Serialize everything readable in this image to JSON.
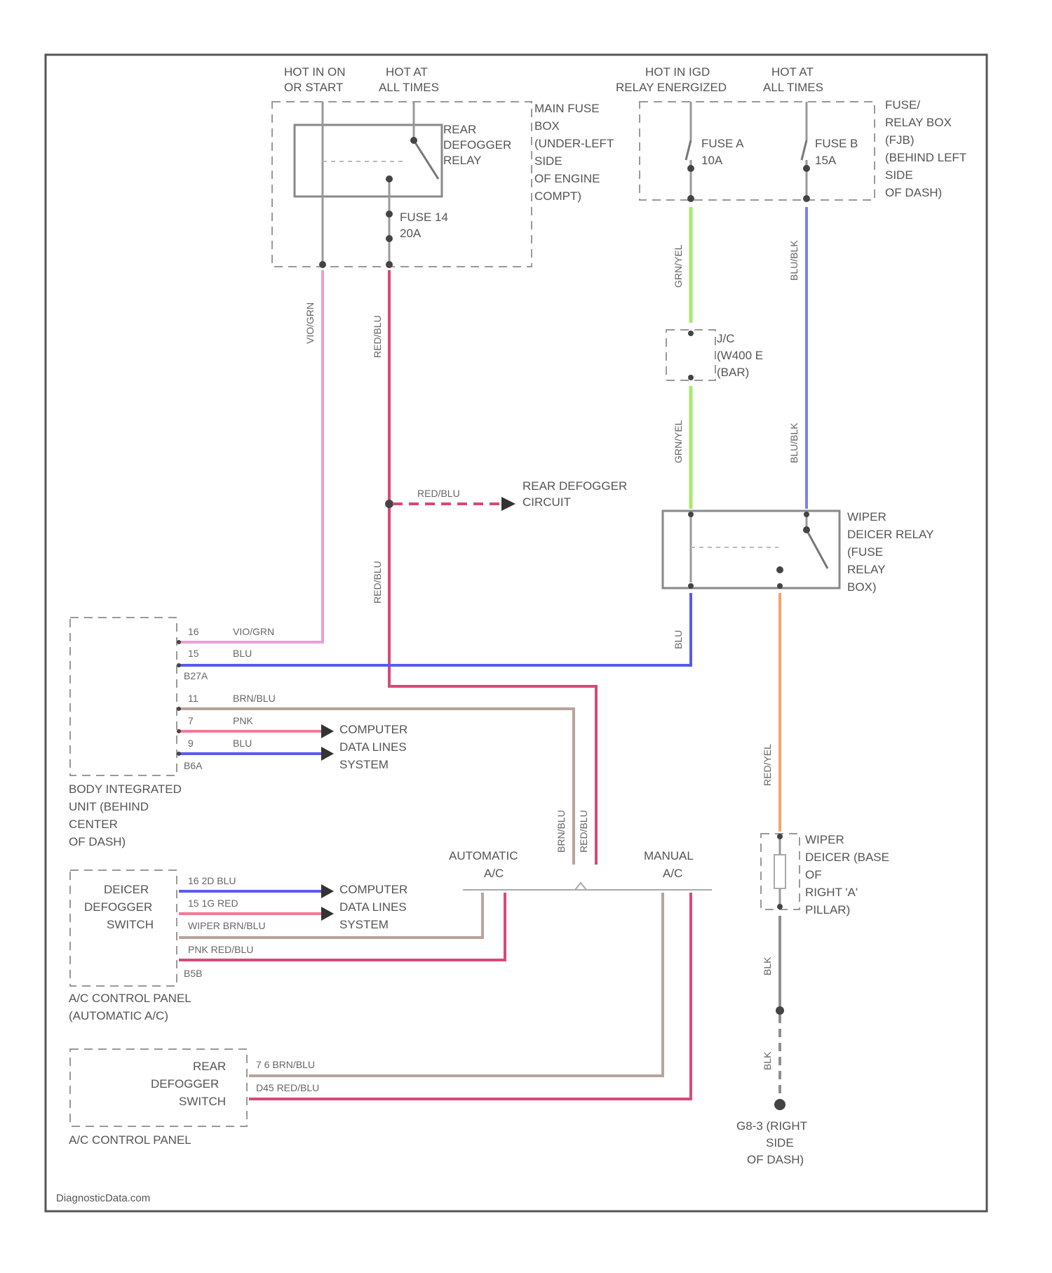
{
  "colors": {
    "pink_vio": "#e7a0d8",
    "red_blu": "#d7497a",
    "grn_yel": "#a8ea6e",
    "blu_blk": "#7f7ff2",
    "blu": "#5a5aee",
    "pnk": "#f27a95",
    "brn_blu": "#b8a49c",
    "org": "#f6a26d",
    "gray": "#8f8f8f"
  },
  "top_labels": {
    "hot_run": [
      "HOT IN ON",
      "OR START"
    ],
    "hot_all_1": [
      "HOT AT",
      "ALL TIMES"
    ],
    "hot_relay": [
      "HOT IN IGD",
      "RELAY ENERGIZED"
    ],
    "hot_all_2": [
      "HOT AT",
      "ALL TIMES"
    ]
  },
  "components": {
    "main_fuse_box": [
      "MAIN FUSE",
      "BOX",
      "(UNDER-LEFT",
      "SIDE",
      "OF ENGINE",
      "COMPT)"
    ],
    "rear_defogger_relay": [
      "REAR",
      "DEFOGGER",
      "RELAY"
    ],
    "fuse_14": [
      "FUSE 14",
      "20A"
    ],
    "fuse_relay_box": [
      "FUSE/",
      "RELAY BOX",
      "(FJB)",
      "(BEHIND LEFT",
      "SIDE",
      "OF DASH)"
    ],
    "fuse_a": [
      "FUSE A",
      "10A"
    ],
    "fuse_b": [
      "FUSE B",
      "15A"
    ],
    "jc": [
      "J/C",
      "(W400 E",
      "(BAR)"
    ],
    "rear_defogger_circuit": [
      "REAR DEFOGGER",
      "CIRCUIT"
    ],
    "wiper_deicer_relay": [
      "WIPER",
      "DEICER RELAY",
      "(FUSE",
      "RELAY",
      "BOX)"
    ],
    "body_unit": [
      "BODY INTEGRATED",
      "UNIT (BEHIND",
      "CENTER",
      "OF DASH)"
    ],
    "computer_data_lines_1": [
      "COMPUTER",
      "DATA LINES",
      "SYSTEM"
    ],
    "computer_data_lines_2": [
      "COMPUTER",
      "DATA LINES",
      "SYSTEM"
    ],
    "automatic_ac": [
      "AUTOMATIC",
      "A/C"
    ],
    "manual_ac": [
      "MANUAL",
      "A/C"
    ],
    "wiper_deicer_grid": [
      "WIPER",
      "DEICER (BASE",
      "OF",
      "RIGHT 'A'",
      "PILLAR)"
    ],
    "deicer_switch": [
      "DEICER",
      "DEFOGGER",
      "SWITCH"
    ],
    "ac_panel_auto": [
      "A/C CONTROL PANEL",
      "(AUTOMATIC A/C)"
    ],
    "rear_defogger_switch": [
      "REAR",
      "DEFOGGER",
      "SWITCH"
    ],
    "ac_panel": [
      "A/C CONTROL PANEL"
    ],
    "ground": [
      "G8-3 (RIGHT",
      "SIDE",
      "OF DASH)"
    ]
  },
  "wire_labels": {
    "vio_grn": "VIO/GRN",
    "red_blu": "RED/BLU",
    "grn_yel": "GRN/YEL",
    "blu_blk": "BLU/BLK",
    "blu": "BLU",
    "pnk": "PNK",
    "brn_blu": "BRN/BLU",
    "red_yel": "RED/YEL",
    "blk": "BLK",
    "body_pin_16": "16",
    "body_pin_15": "15",
    "body_pin_11": "11",
    "body_pin_7": "7",
    "body_pin_9": "9",
    "body_conn_top": "B27A",
    "body_conn_bot": "B6A",
    "auto_row1": "16  2D  BLU",
    "auto_row2": "15  1G  RED",
    "auto_row3": "WIPER BRN/BLU",
    "auto_row4": "PNK   RED/BLU",
    "auto_conn": "B5B",
    "manual_row1": "7  6  BRN/BLU",
    "manual_row2": "D45  RED/BLU"
  },
  "footer": {
    "watermark": "DiagnosticData.com"
  }
}
